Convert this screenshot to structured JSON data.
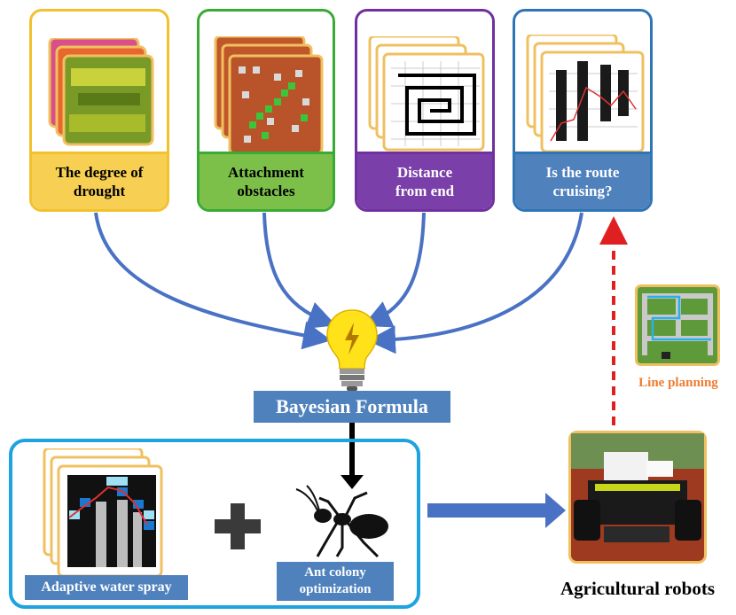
{
  "cards": [
    {
      "label": "The degree of drought",
      "line1": "The degree of",
      "line2": "drought",
      "color": "#f2c12e",
      "fill": "#f7cf52"
    },
    {
      "label": "Attachment obstacles",
      "line1": "Attachment",
      "line2": "obstacles",
      "color": "#3aaa35",
      "fill": "#7cc04a"
    },
    {
      "label": "Distance from end",
      "line1": "Distance",
      "line2": "from end",
      "color": "#7030a0",
      "fill": "#7a3fa8"
    },
    {
      "label": "Is the route cruising?",
      "line1": "Is the route",
      "line2": "cruising?",
      "color": "#2e75b6",
      "fill": "#4f81bd"
    }
  ],
  "center": {
    "formula": "Bayesian Formula",
    "icon": "lightbulb-icon"
  },
  "bottom": {
    "spray_label": "Adaptive water spray",
    "plus_icon": "plus-icon",
    "ant_label_line1": "Ant colony",
    "ant_label_line2": "optimization",
    "ant_icon": "ant-icon"
  },
  "robot": {
    "label": "Agricultural robots",
    "line_planning": "Line planning"
  },
  "colors": {
    "arrow_blue": "#4a72c4",
    "box_blue": "#4f81bd",
    "cyan_border": "#1ea3e0",
    "red_dash": "#e02020",
    "orange_text": "#ed7d31"
  }
}
